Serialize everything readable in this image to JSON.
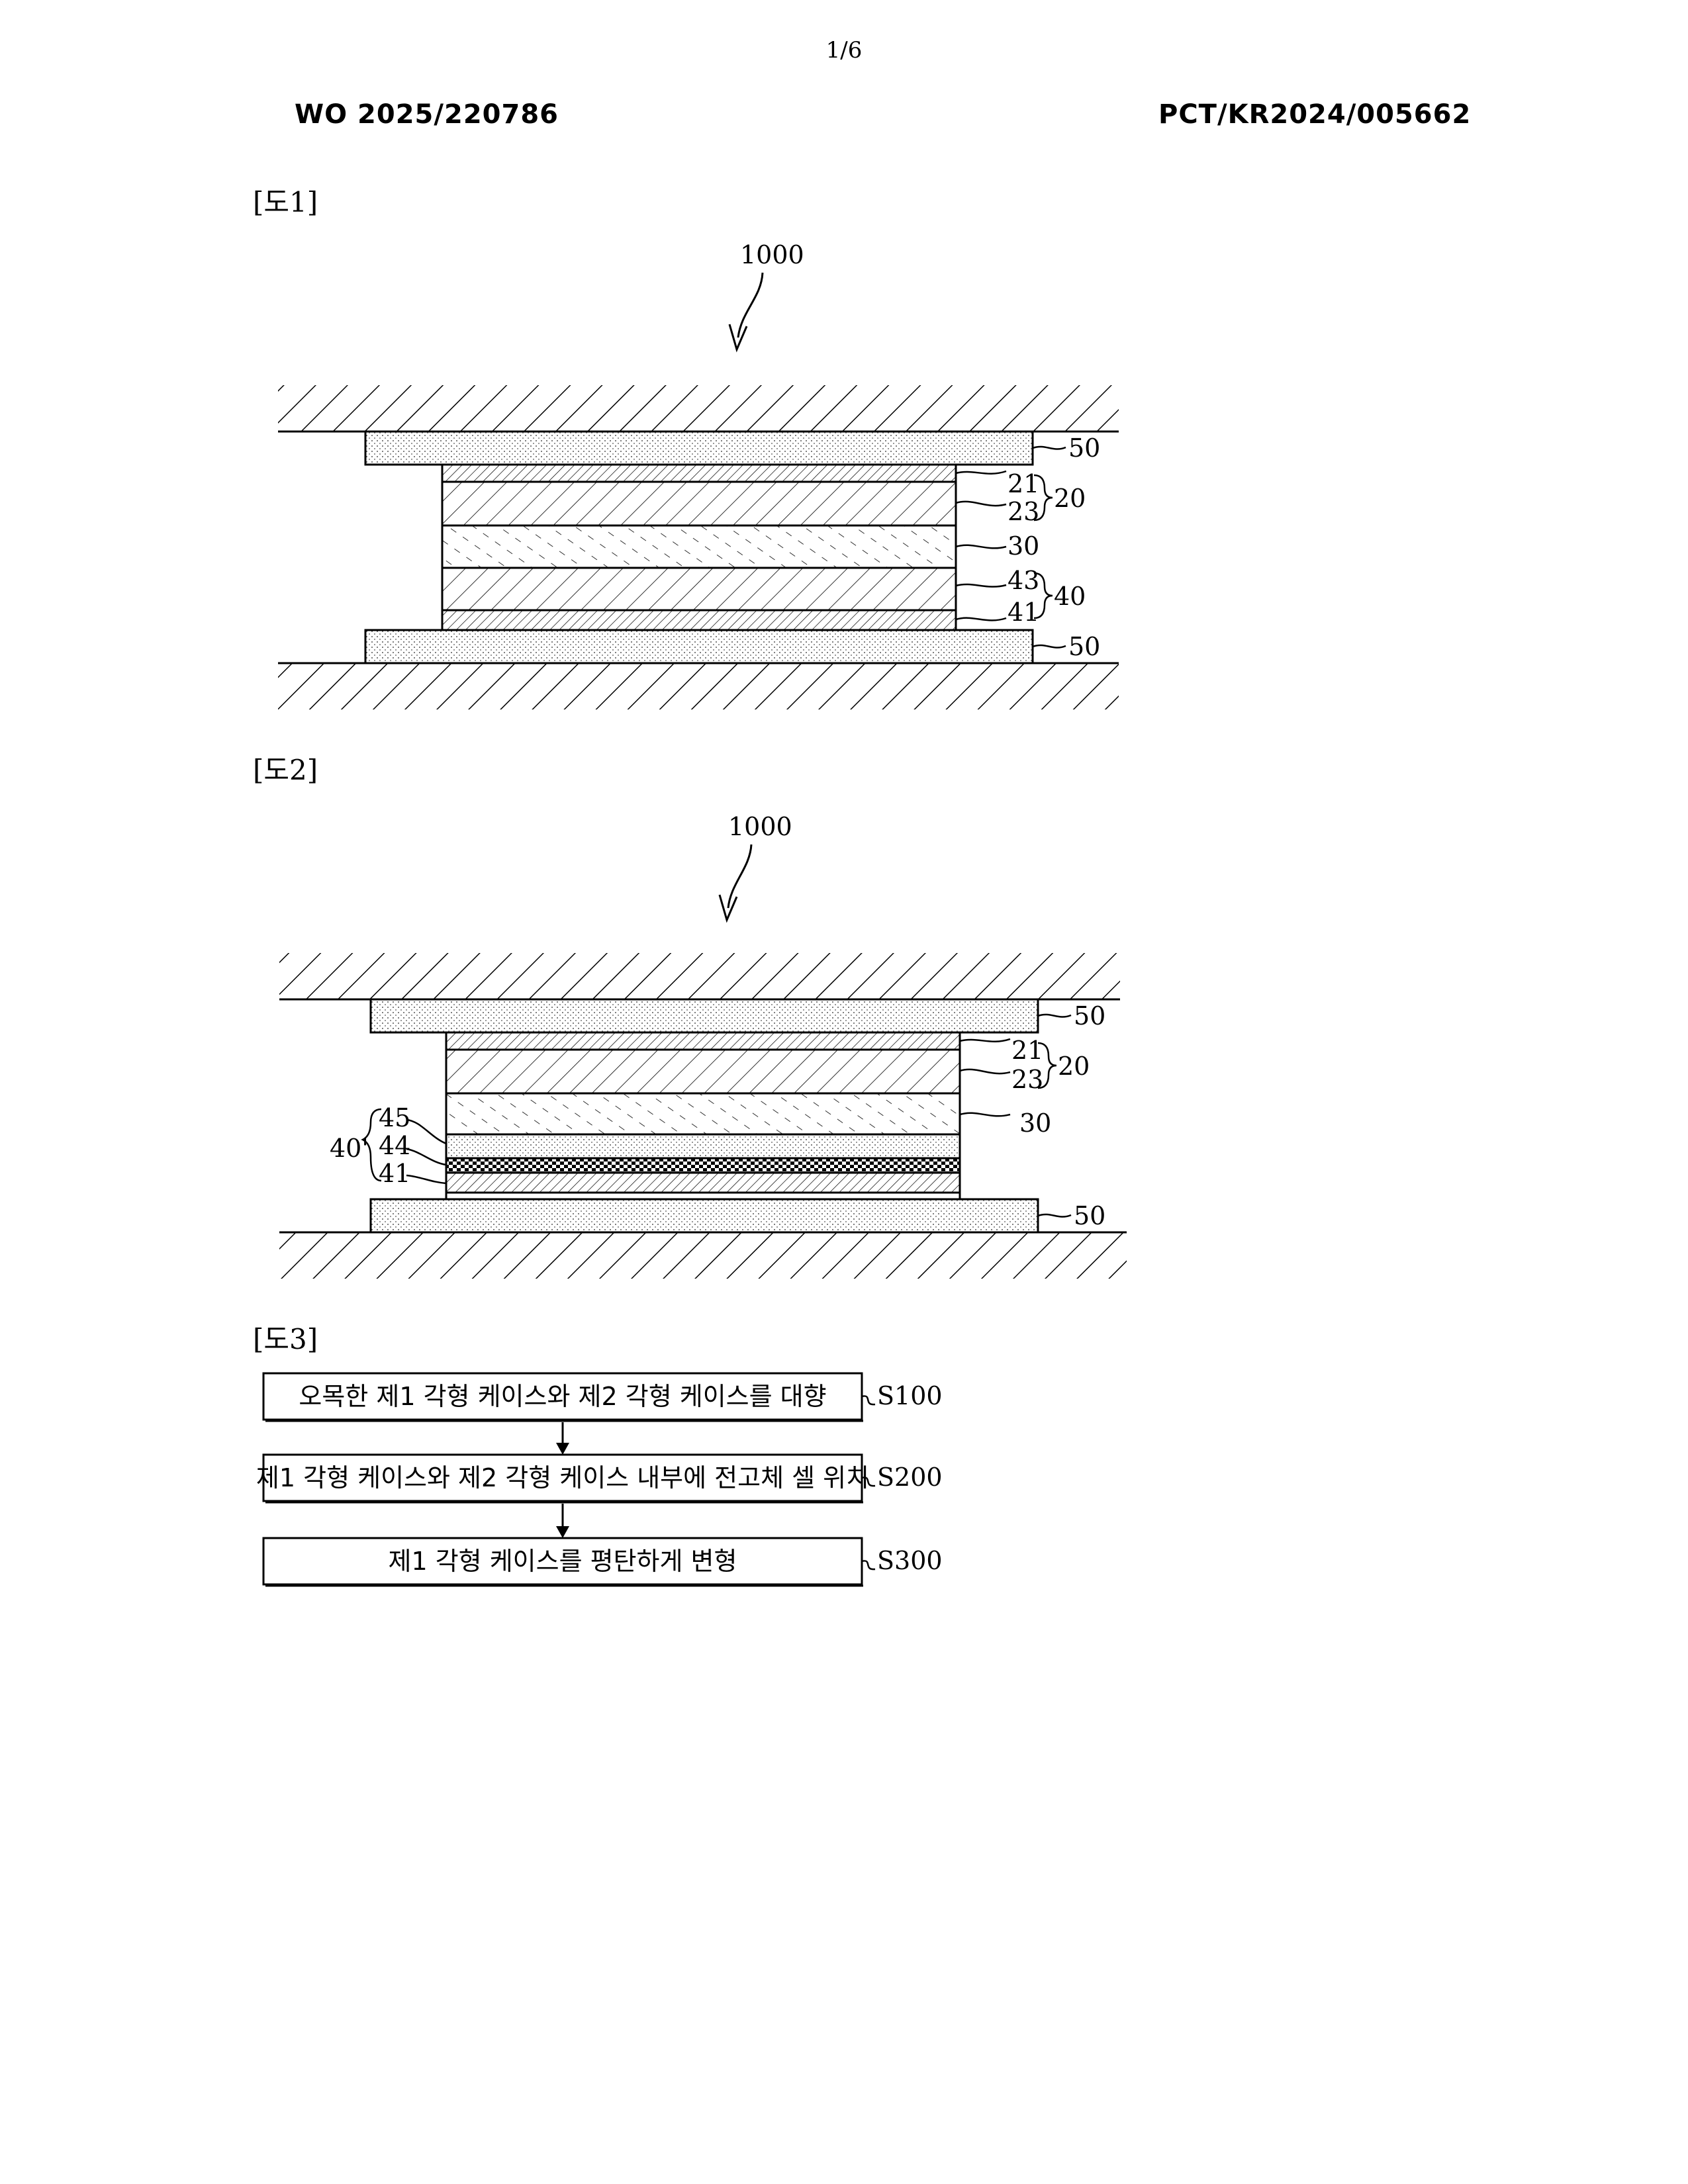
{
  "page_number": "1/6",
  "header": {
    "publication_number": "WO 2025/220786",
    "application_number": "PCT/KR2024/005662"
  },
  "figure1": {
    "label": "[도1]",
    "overall_ref": "1000",
    "refs": {
      "pad_top": "50",
      "layer21": "21",
      "layer23": "23",
      "group20": "20",
      "layer30": "30",
      "layer43": "43",
      "layer41": "41",
      "group40": "40",
      "pad_bottom": "50"
    }
  },
  "figure2": {
    "label": "[도2]",
    "overall_ref": "1000",
    "refs": {
      "pad_top": "50",
      "layer21": "21",
      "layer23": "23",
      "group20": "20",
      "layer30": "30",
      "group40p": "40'",
      "layer45": "45",
      "layer44": "44",
      "layer41": "41",
      "pad_bottom": "50"
    }
  },
  "figure3": {
    "label": "[도3]",
    "steps": [
      {
        "text": "오목한 제1 각형 케이스와 제2 각형 케이스를 대향",
        "ref": "S100"
      },
      {
        "text": "제1 각형 케이스와 제2 각형 케이스 내부에 전고체 셀 위치",
        "ref": "S200"
      },
      {
        "text": "제1 각형 케이스를 평탄하게 변형",
        "ref": "S300"
      }
    ]
  }
}
